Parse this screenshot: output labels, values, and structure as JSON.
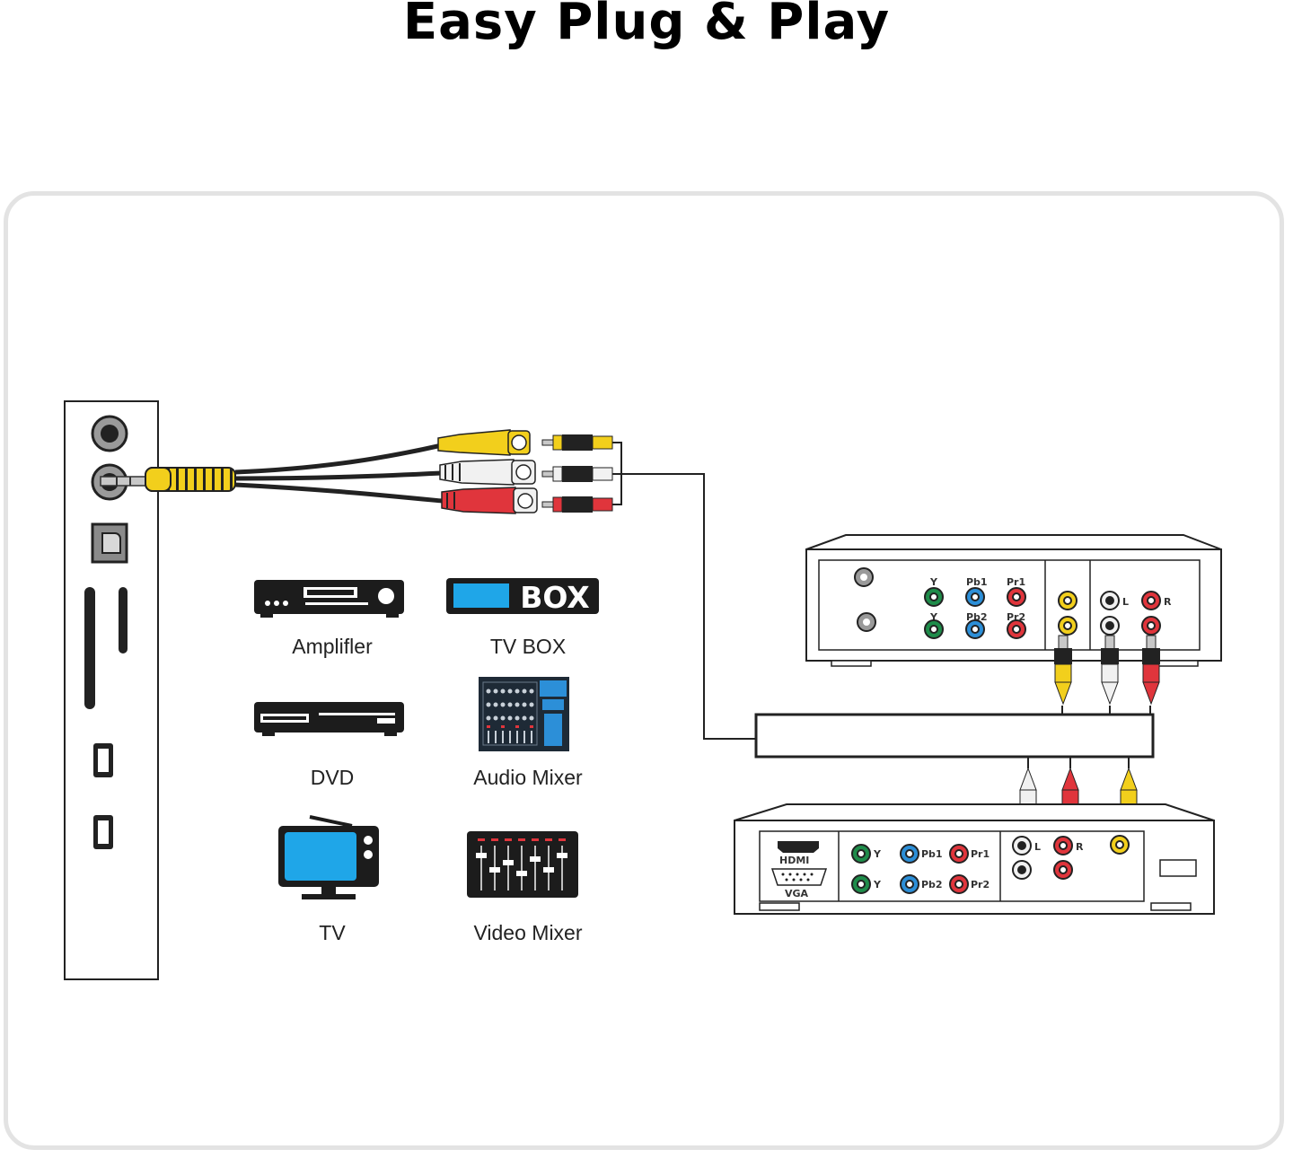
{
  "title": "Easy Plug & Play",
  "tv_box_logo_text": "BOX",
  "devices": [
    {
      "label": "Amplifler",
      "icon": "amplifier-icon"
    },
    {
      "label": "TV BOX",
      "icon": "tv-box-icon"
    },
    {
      "label": "DVD",
      "icon": "dvd-player-icon"
    },
    {
      "label": "Audio Mixer",
      "icon": "audio-mixer-icon"
    },
    {
      "label": "TV",
      "icon": "tv-icon"
    },
    {
      "label": "Video Mixer",
      "icon": "video-mixer-icon"
    }
  ],
  "upper_panel_labels": {
    "y1": "Y",
    "pb1": "Pb1",
    "pr1": "Pr1",
    "y2": "Y",
    "pb2": "Pb2",
    "pr2": "Pr2",
    "l": "L",
    "r": "R"
  },
  "lower_panel_labels": {
    "hdmi": "HDMI",
    "vga": "VGA",
    "y1": "Y",
    "pb1": "Pb1",
    "pr1": "Pr1",
    "y2": "Y",
    "pb2": "Pb2",
    "pr2": "Pr2",
    "l": "L",
    "r": "R"
  },
  "colors": {
    "yellow": "#f2cf1c",
    "white": "#f1f1f1",
    "red": "#e0353c",
    "green": "#1e8c4a",
    "blue": "#2c8fd8",
    "screen_blue": "#1fa6e8"
  }
}
